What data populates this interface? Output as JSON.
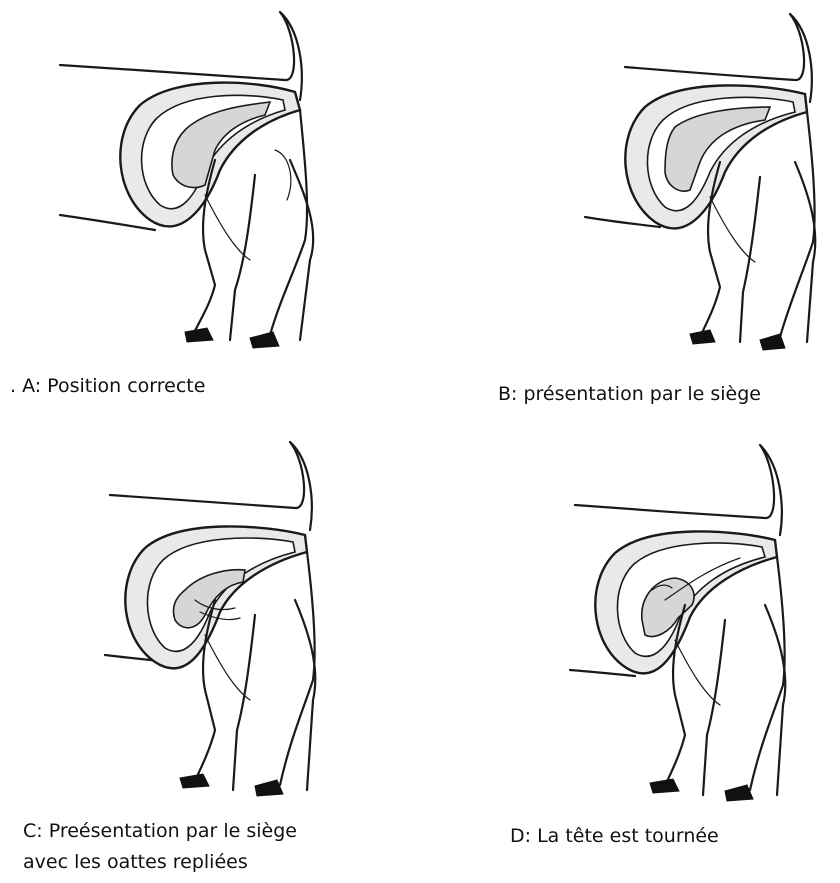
{
  "figure": {
    "panels": [
      {
        "id": "A",
        "caption_lines": [
          ". A: Position correcte"
        ]
      },
      {
        "id": "B",
        "caption_lines": [
          "B: présentation par le siège"
        ]
      },
      {
        "id": "C",
        "caption_lines": [
          "C: Preésentation par le siège",
          "avec les oattes repliées"
        ]
      },
      {
        "id": "D",
        "caption_lines": [
          "D: La tête est tournée"
        ]
      }
    ]
  }
}
